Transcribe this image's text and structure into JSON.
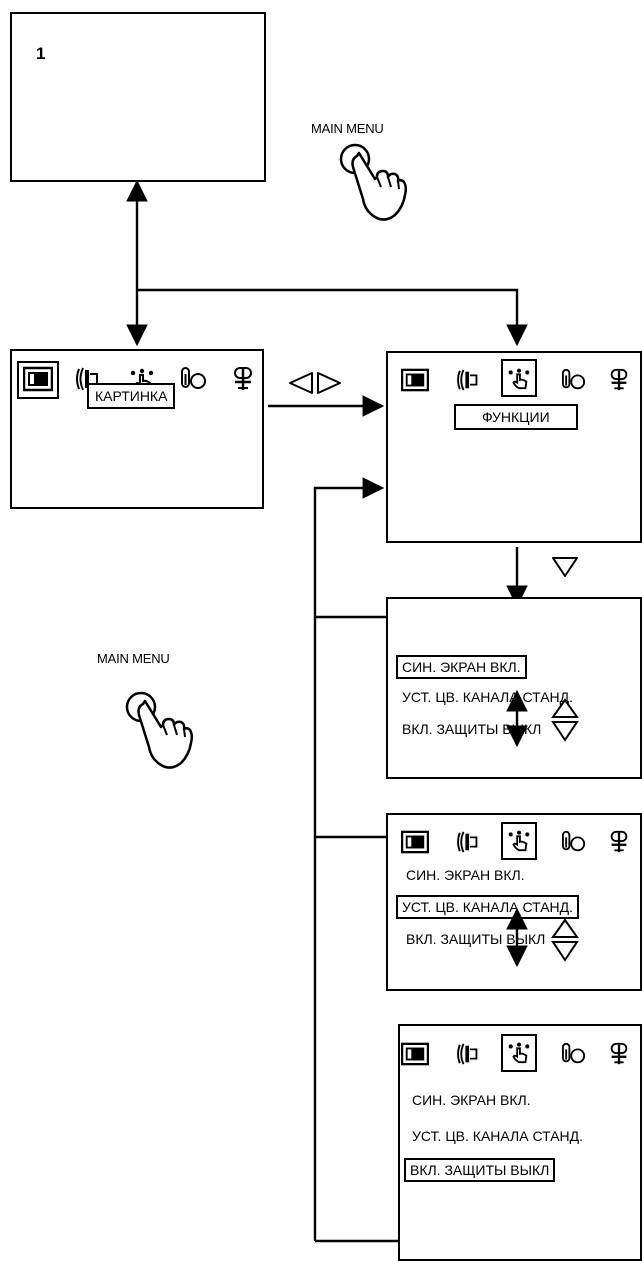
{
  "screen1": {
    "number": "1"
  },
  "remote": {
    "button_label": "MAIN MENU"
  },
  "menu": {
    "tab_picture": "КАРТИНКА",
    "tab_functions": "ФУНКЦИИ",
    "items": [
      "СИН. ЭКРАН ВКЛ.",
      "УСТ. ЦВ. КАНАЛА СТАНД.",
      "ВКЛ. ЗАЩИТЫ ВЫКЛ"
    ]
  },
  "icons": [
    "picture-icon",
    "sound-icon",
    "functions-icon",
    "temperature-icon",
    "setup-icon",
    "left-right-keys-icon",
    "down-key-icon",
    "up-down-keys-icon",
    "hand-press-icon"
  ]
}
